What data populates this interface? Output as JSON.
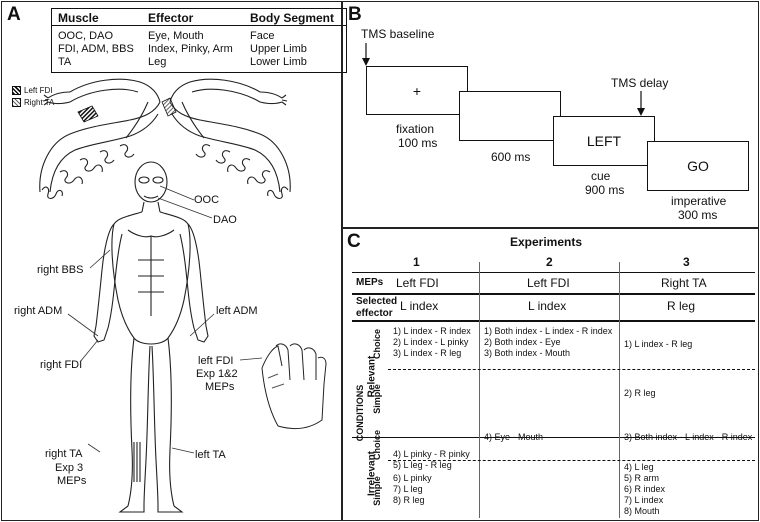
{
  "panel_a": {
    "label": "A",
    "table": {
      "headers": [
        "Muscle",
        "Effector",
        "Body Segment"
      ],
      "rows": [
        [
          "OOC, DAO",
          "Eye, Mouth",
          "Face"
        ],
        [
          "FDI, ADM, BBS",
          "Index, Pinky, Arm",
          "Upper Limb"
        ],
        [
          "TA",
          "Leg",
          "Lower Limb"
        ]
      ]
    },
    "legend": {
      "left_fdi": "Left FDI",
      "right_ta": "Right TA"
    },
    "labels": {
      "ooc": "OOC",
      "dao": "DAO",
      "right_bbs": "right BBS",
      "right_adm": "right ADM",
      "left_adm": "left ADM",
      "right_fdi": "right FDI",
      "left_fdi": "left FDI",
      "left_fdi_exp": "Exp 1&2",
      "left_fdi_meps": "MEPs",
      "right_ta": "right TA",
      "right_ta_exp": "Exp 3",
      "right_ta_meps": "MEPs",
      "left_ta": "left TA"
    }
  },
  "panel_b": {
    "label": "B",
    "tms_baseline": "TMS baseline",
    "tms_delay": "TMS delay",
    "fixation_symbol": "+",
    "fixation_label": "fixation",
    "fixation_ms": "100 ms",
    "gap_ms": "600 ms",
    "cue_text": "LEFT",
    "cue_label": "cue",
    "cue_ms": "900 ms",
    "go_text": "GO",
    "imperative_label": "imperative",
    "imperative_ms": "300 ms"
  },
  "panel_c": {
    "label": "C",
    "title": "Experiments",
    "experiments": [
      "1",
      "2",
      "3"
    ],
    "meps_label": "MEPs",
    "meps": [
      "Left FDI",
      "Left FDI",
      "Right TA"
    ],
    "selected_label_1": "Selected",
    "selected_label_2": "effector",
    "selected": [
      "L index",
      "L index",
      "R leg"
    ],
    "conditions_label": "CONDITIONS",
    "relevant_label": "Relevant",
    "irrelevant_label": "Irrelevant",
    "choice_label": "Choice",
    "simple_label": "Simple",
    "relevant_choice": [
      [
        "1) L index - R index",
        "2) L index - L pinky",
        "3) L index - R leg"
      ],
      [
        "1) Both index - L index - R index",
        "2) Both index - Eye",
        "3) Both index - Mouth"
      ],
      [
        "1) L index - R leg"
      ]
    ],
    "relevant_simple": [
      [],
      [],
      [
        "2) R leg"
      ]
    ],
    "irrelevant_choice": [
      [
        "4) L pinky - R pinky",
        "5) L leg - R leg"
      ],
      [
        "4) Eye - Mouth"
      ],
      [
        "3) Both index - L index - R index"
      ]
    ],
    "irrelevant_simple": [
      [
        "6) L pinky",
        "7) L leg",
        "8) R leg"
      ],
      [],
      [
        "4) L leg",
        "5) R arm",
        "6) R index",
        "7) L index",
        "8) Mouth"
      ]
    ]
  }
}
